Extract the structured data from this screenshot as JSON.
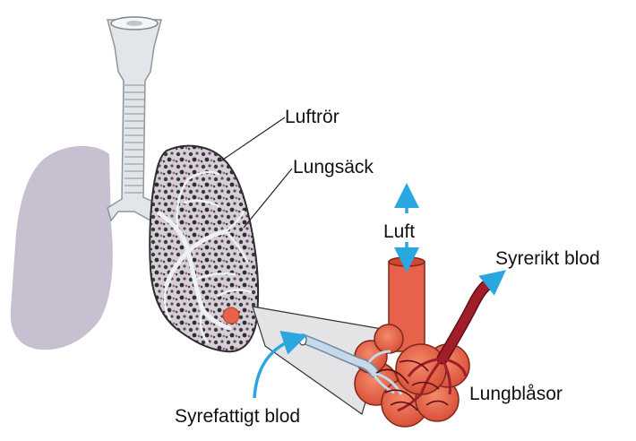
{
  "diagram": {
    "labels": {
      "trachea": "Luftrör",
      "lung_sac": "Lungsäck",
      "air": "Luft",
      "oxygen_rich_blood": "Syrerikt blod",
      "alveoli": "Lungblåsor",
      "oxygen_poor_blood": "Syrefattigt blod"
    },
    "colors": {
      "left_lung": "#c7c0d0",
      "trachea": "#e2e6ea",
      "right_lung_border": "#2e2e2e",
      "alveoli_sac": "#e8614a",
      "oxygen_rich_vessel": "#a01e2a",
      "oxygen_poor_vessel": "#c5d9ea",
      "arrow": "#2aa7e0",
      "magnifier_cone": "#e4e4e6"
    }
  }
}
